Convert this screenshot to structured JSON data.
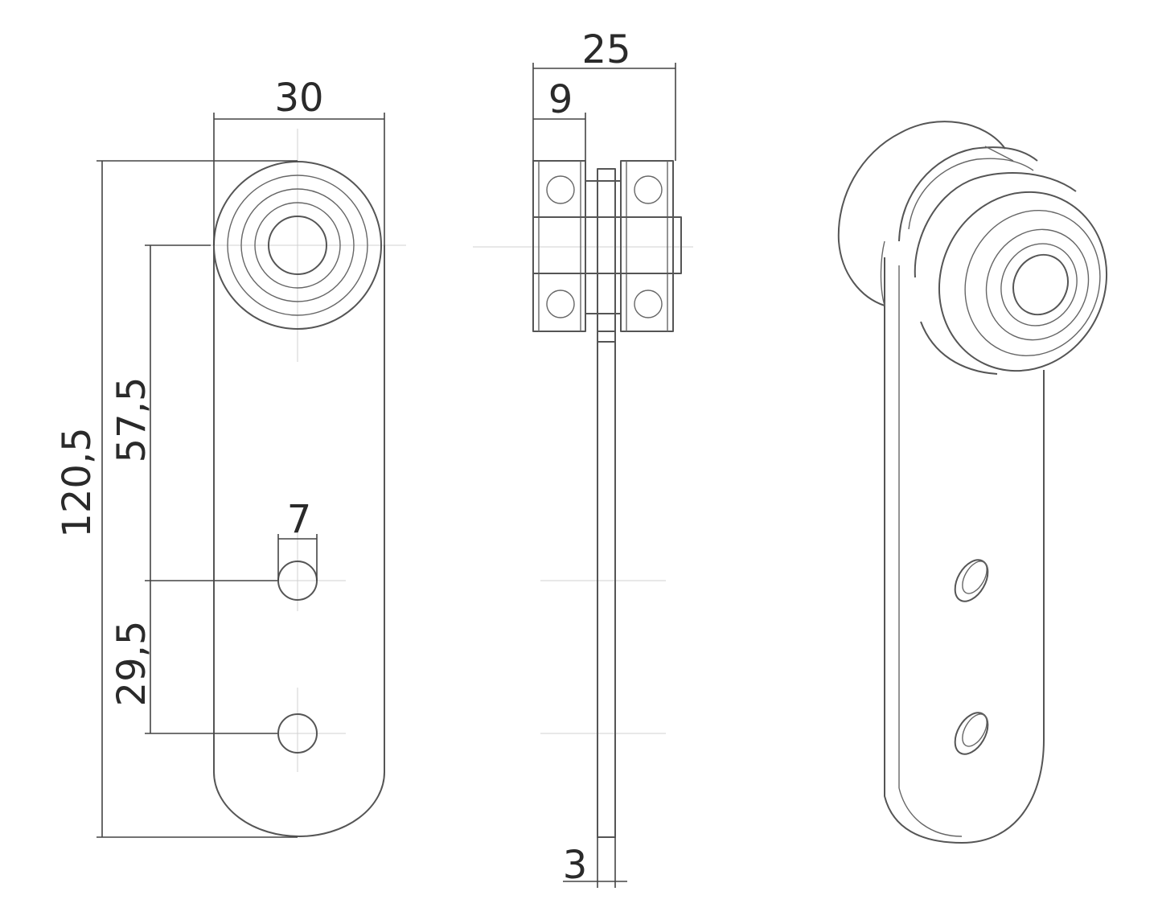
{
  "dimensions": {
    "width_30": "30",
    "total_height": "120,5",
    "wheel_to_hole": "57,5",
    "hole_to_hole": "29,5",
    "hole_diameter": "7",
    "total_depth": "25",
    "wheel_width": "9",
    "plate_thickness": "3"
  },
  "line_color": "#555555"
}
